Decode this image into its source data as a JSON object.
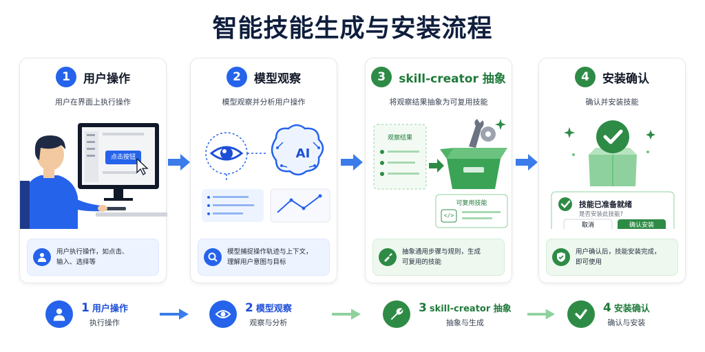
{
  "title": "智能技能生成与安装流程",
  "steps": [
    {
      "num": "1",
      "title": "用户操作",
      "subtitle": "用户在界面上执行操作",
      "note": "用户执行操作，如点击、\n输入、选择等",
      "screen_button": "点击按钮"
    },
    {
      "num": "2",
      "title": "模型观察",
      "subtitle": "模型观察并分析用户操作",
      "note": "模型捕捉操作轨迹与上下文，\n理解用户意图与目标",
      "ai_label": "AI"
    },
    {
      "num": "3",
      "title": "skill-creator 抽象",
      "subtitle": "将观察结果抽象为可复用技能",
      "note": "抽象通用步骤与规则，生成\n可复用的技能",
      "observe_label": "观察结果",
      "reusable_label": "可复用技能",
      "code_glyph": "</>"
    },
    {
      "num": "4",
      "title": "安装确认",
      "subtitle": "确认并安装技能",
      "note": "用户确认后，技能安装完成，\n即可使用",
      "dialog_title": "技能已准备就绪",
      "dialog_question": "是否安装此技能?",
      "cancel": "取消",
      "confirm": "确认安装"
    }
  ],
  "flow": [
    {
      "num": "1",
      "title": "用户操作",
      "sub": "执行操作",
      "icon": "user-icon",
      "color": "#2563eb"
    },
    {
      "num": "2",
      "title": "模型观察",
      "sub": "观察与分析",
      "icon": "eye-icon",
      "color": "#2563eb"
    },
    {
      "num": "3",
      "title": "skill-creator 抽象",
      "sub": "抽象与生成",
      "icon": "wrench-icon",
      "color": "#2e8b46"
    },
    {
      "num": "4",
      "title": "安装确认",
      "sub": "确认与安装",
      "icon": "check-icon",
      "color": "#2e8b46"
    }
  ],
  "colors": {
    "blue": "#2563eb",
    "green": "#2e8b46",
    "light_green_arrow": "#8fd19e"
  }
}
